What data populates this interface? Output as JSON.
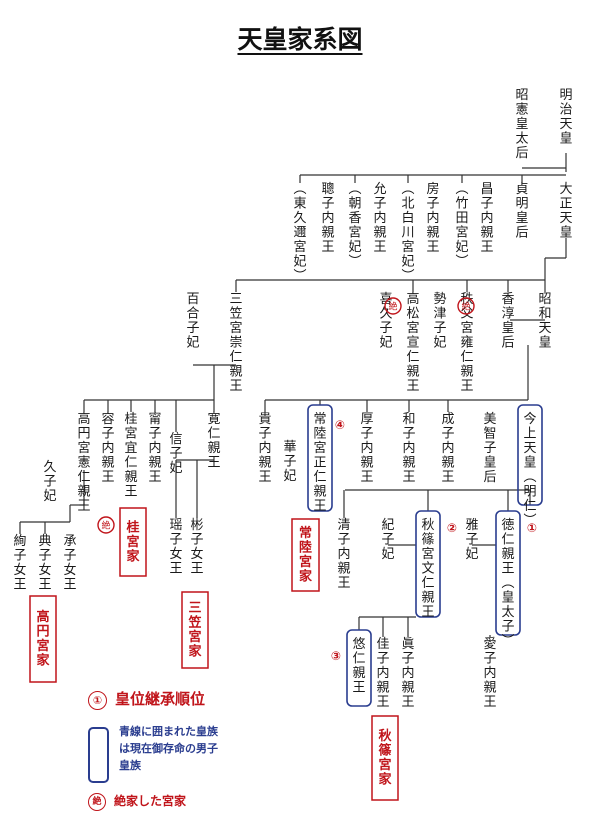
{
  "title": "天皇家系図",
  "people": [
    {
      "id": "meiji",
      "text": "明治天皇"
    },
    {
      "id": "shoken",
      "text": "昭憲皇太后"
    },
    {
      "id": "taisho",
      "text": "大正天皇"
    },
    {
      "id": "teimei",
      "text": "貞明皇后"
    },
    {
      "id": "masako",
      "text": "昌子内親王"
    },
    {
      "id": "masako_s",
      "text": "（竹田宮妃）"
    },
    {
      "id": "fusako",
      "text": "房子内親王"
    },
    {
      "id": "fusako_s",
      "text": "（北白川宮妃）"
    },
    {
      "id": "nobuko",
      "text": "允子内親王"
    },
    {
      "id": "nobuko_s",
      "text": "（朝香宮妃）"
    },
    {
      "id": "toshiko",
      "text": "聰子内親王"
    },
    {
      "id": "toshiko_s",
      "text": "（東久邇宮妃）"
    },
    {
      "id": "showa",
      "text": "昭和天皇"
    },
    {
      "id": "kojun",
      "text": "香淳皇后"
    },
    {
      "id": "chichibu",
      "text": "秩父宮雍仁親王"
    },
    {
      "id": "setsuko",
      "text": "勢津子妃"
    },
    {
      "id": "takamatsu",
      "text": "高松宮宣仁親王"
    },
    {
      "id": "kikuko",
      "text": "喜久子妃"
    },
    {
      "id": "mikasa",
      "text": "三笠宮崇仁親王"
    },
    {
      "id": "yuriko",
      "text": "百合子妃"
    },
    {
      "id": "kinjo",
      "text": "今上天皇（明仁）"
    },
    {
      "id": "michiko",
      "text": "美智子皇后"
    },
    {
      "id": "shigeko",
      "text": "成子内親王"
    },
    {
      "id": "kazuko",
      "text": "和子内親王"
    },
    {
      "id": "atsuko",
      "text": "厚子内親王"
    },
    {
      "id": "hitachi",
      "text": "常陸宮正仁親王"
    },
    {
      "id": "hanako",
      "text": "華子妃"
    },
    {
      "id": "takako",
      "text": "貴子内親王"
    },
    {
      "id": "tomohito",
      "text": "寛仁親王"
    },
    {
      "id": "nobuko2",
      "text": "信子妃"
    },
    {
      "id": "yasuko",
      "text": "甯子内親王"
    },
    {
      "id": "katsura",
      "text": "桂宮宜仁親王"
    },
    {
      "id": "masako2",
      "text": "容子内親王"
    },
    {
      "id": "takamado",
      "text": "高円宮憲仁親王"
    },
    {
      "id": "hisako",
      "text": "久子妃"
    },
    {
      "id": "akiko",
      "text": "彬子女王"
    },
    {
      "id": "yoko",
      "text": "瑶子女王"
    },
    {
      "id": "tsuguko",
      "text": "承子女王"
    },
    {
      "id": "noriko",
      "text": "典子女王"
    },
    {
      "id": "ayako",
      "text": "絢子女王"
    },
    {
      "id": "naruhito",
      "text": "徳仁親王（皇太子）"
    },
    {
      "id": "masakohi",
      "text": "雅子妃"
    },
    {
      "id": "aiko",
      "text": "愛子内親王"
    },
    {
      "id": "akishino",
      "text": "秋篠宮文仁親王"
    },
    {
      "id": "kiko",
      "text": "紀子妃"
    },
    {
      "id": "sayako",
      "text": "清子内親王"
    },
    {
      "id": "mako",
      "text": "眞子内親王"
    },
    {
      "id": "kako",
      "text": "佳子内親王"
    },
    {
      "id": "hisahito",
      "text": "悠仁親王"
    }
  ],
  "houses": [
    {
      "id": "hitachi_house",
      "text": "常陸宮家"
    },
    {
      "id": "katsura_house",
      "text": "桂宮家"
    },
    {
      "id": "mikasa_house",
      "text": "三笠宮家"
    },
    {
      "id": "takamado_house",
      "text": "高円宮家"
    },
    {
      "id": "akishino_house",
      "text": "秋篠宮家"
    }
  ],
  "succession_badges": [
    {
      "id": "naruhito",
      "text": "①"
    },
    {
      "id": "akishino",
      "text": "②"
    },
    {
      "id": "hisahito",
      "text": "③"
    },
    {
      "id": "hitachi",
      "text": "④"
    }
  ],
  "extinct_mark": "絶",
  "legend": {
    "order_symbol": "①",
    "order_label": "皇位継承順位",
    "blue_line1": "青線に囲まれた皇族",
    "blue_line2": "は現在御存命の男子",
    "blue_line3": "皇族",
    "extinct_symbol": "絶",
    "extinct_label": "絶家した宮家"
  }
}
